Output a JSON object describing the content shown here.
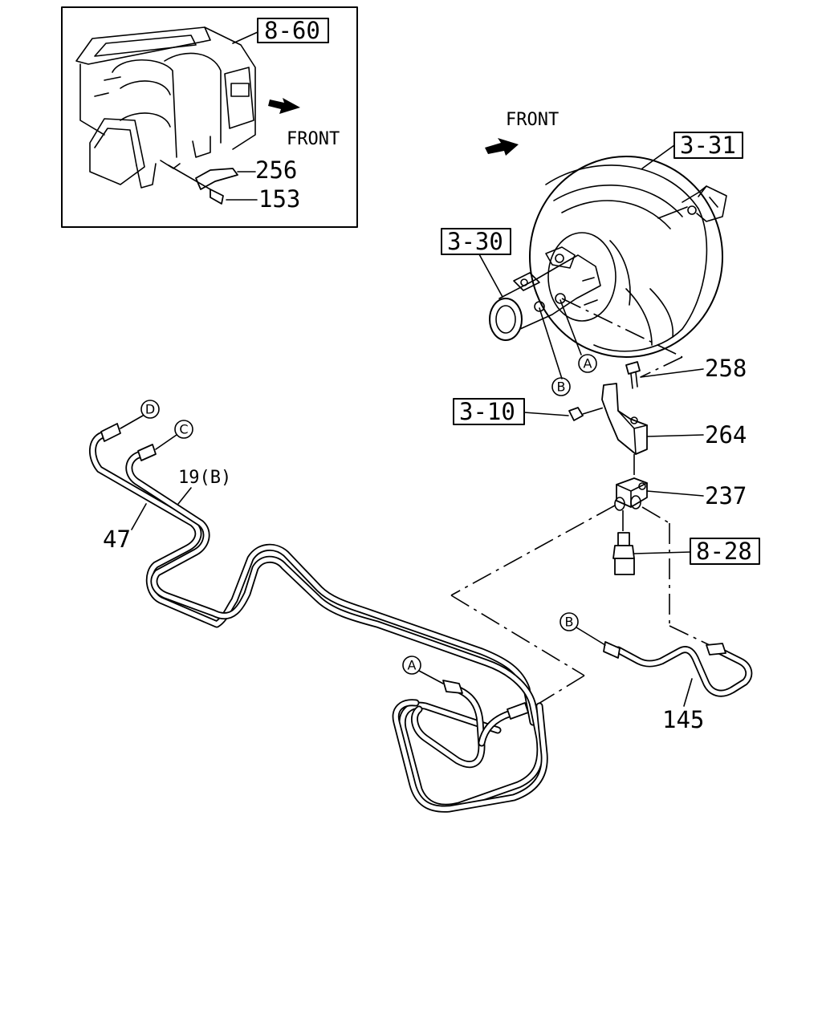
{
  "inset": {
    "ref_label": "8-60",
    "front_label": "FRONT",
    "parts": [
      "256",
      "153"
    ]
  },
  "main": {
    "front_label": "FRONT",
    "refs": {
      "booster": "3-31",
      "master_cylinder": "3-30",
      "nut": "3-10",
      "sensor": "8-28"
    },
    "parts": {
      "bolt": "258",
      "bracket": "264",
      "junction": "237",
      "pipe_b": "19(B)",
      "pipe_47": "47",
      "pipe_145": "145"
    },
    "connectors": {
      "a_top": "A",
      "b_top": "B",
      "d": "D",
      "c": "C",
      "a_bottom": "A",
      "b_bottom": "B"
    }
  }
}
